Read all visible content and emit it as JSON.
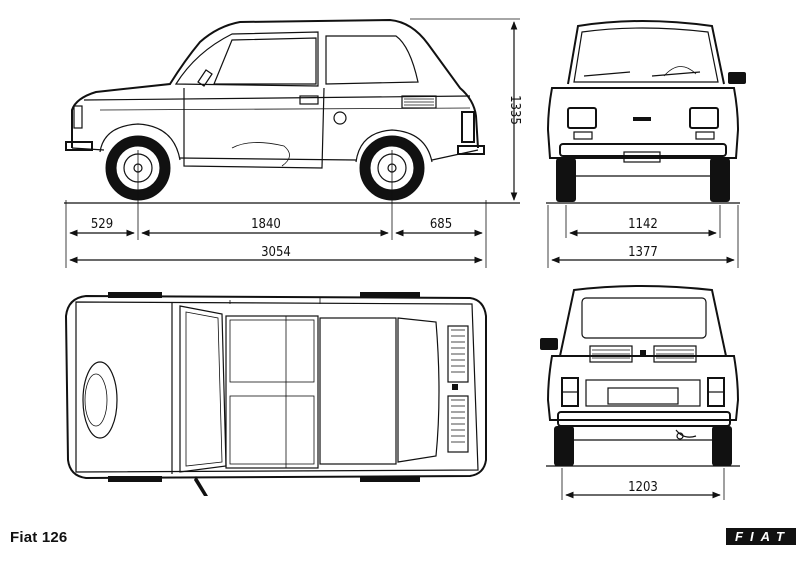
{
  "caption": "Fiat 126",
  "brand_logo": "FIAT",
  "dimensions": {
    "front_overhang": "529",
    "wheelbase": "1840",
    "rear_overhang": "685",
    "overall_length": "3054",
    "height": "1335",
    "front_track": "1142",
    "overall_width": "1377",
    "rear_track": "1203"
  },
  "views": [
    "side-view",
    "front-view",
    "top-view",
    "rear-view"
  ],
  "colors": {
    "ink": "#111111",
    "paper": "#ffffff"
  }
}
